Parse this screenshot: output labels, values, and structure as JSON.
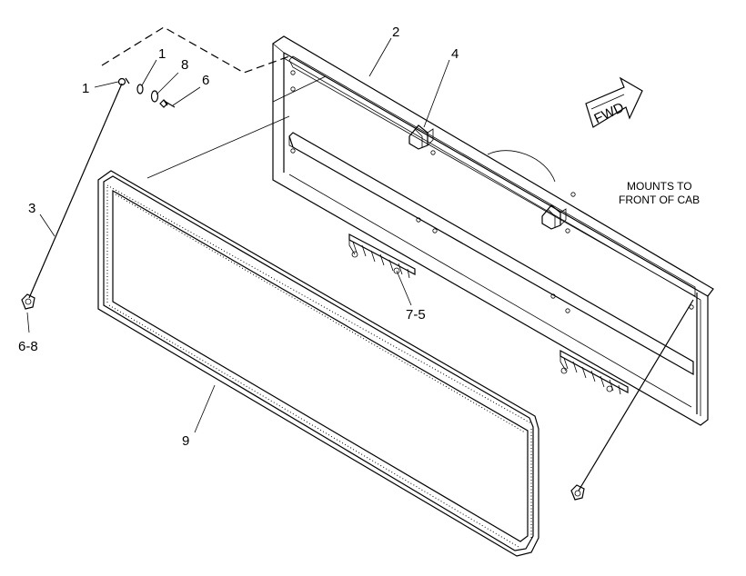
{
  "callouts": {
    "c1a": "1",
    "c1b": "1",
    "c8": "8",
    "c6": "6",
    "c2": "2",
    "c4": "4",
    "c3": "3",
    "c68": "6-8",
    "c75": "7-5",
    "c9": "9"
  },
  "fwd_label": "FWD",
  "note": {
    "line1": "MOUNTS TO",
    "line2": "FRONT OF CAB"
  }
}
